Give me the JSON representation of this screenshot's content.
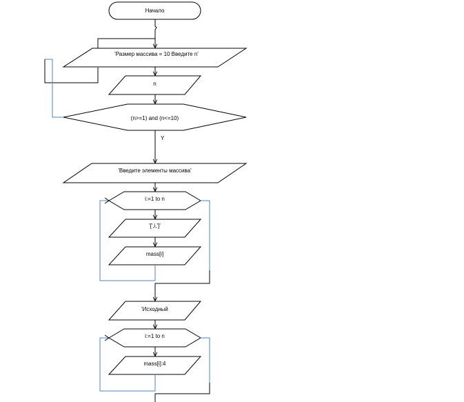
{
  "flowchart": {
    "start": "Начало",
    "prompt_size": "'Размер  массива  = 10    Введите  n'",
    "input_n": "n",
    "condition": "(n>=1)  and (n<=10)",
    "branch_yes": "Y",
    "prompt_elements": "'Введите  элементы  массива'",
    "loop1": "i:=1  to n",
    "print_index": "'[',i,']'",
    "input_mass": "mass[i]",
    "output_source": "'Исходный",
    "loop2": "i:=1  to n",
    "output_mass": "mass[i]:4"
  }
}
